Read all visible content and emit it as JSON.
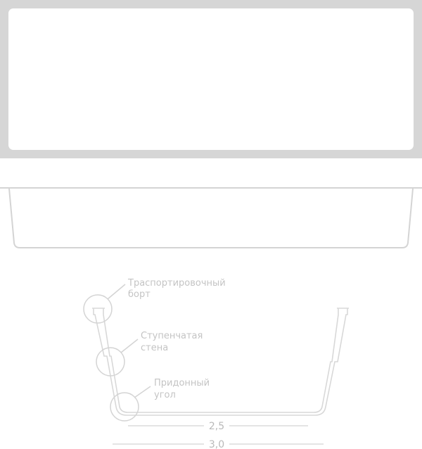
{
  "callouts": {
    "rim": {
      "line1": "Траспортировочный",
      "line2": "борт"
    },
    "wall": {
      "line1": "Ступенчатая",
      "line2": "стена"
    },
    "corner": {
      "line1": "Придонный",
      "line2": "угол"
    }
  },
  "dimensions": {
    "bottom_width": "2,5",
    "top_width": "3,0"
  },
  "colors": {
    "frame": "#d6d6d6",
    "outline": "#dcdcdc",
    "label": "#c4c4c4"
  }
}
